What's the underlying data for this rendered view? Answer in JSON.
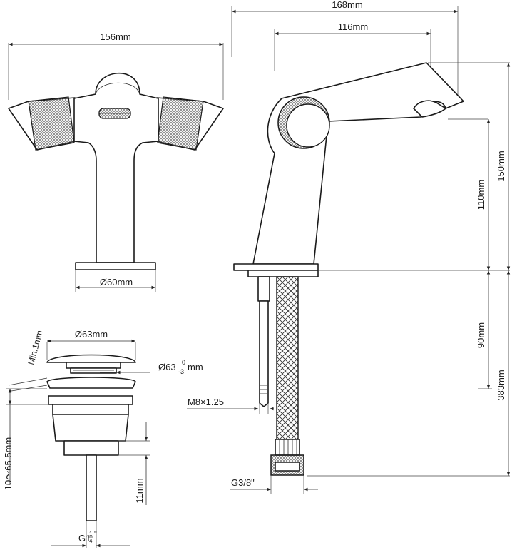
{
  "dimensions": {
    "overall_length": "168mm",
    "spout_reach": "116mm",
    "handle_span": "156mm",
    "base_diameter": "Ø60mm",
    "spout_height": "110mm",
    "total_body_height": "150mm",
    "under_counter": "90mm",
    "overall_height": "383mm",
    "thread_bolt": "M8×1.25",
    "hose_thread": "G3/8\"",
    "waste_diameter": "Ø63mm",
    "waste_tolerance_base": "Ø63",
    "waste_tolerance_upper": "0",
    "waste_tolerance_lower": "-3",
    "waste_tolerance_unit": "mm",
    "min_gap": "Min.1mm",
    "basin_thickness": "10～65.5mm",
    "thread_length": "11mm",
    "waste_thread_main": "G1",
    "waste_thread_num": "1",
    "waste_thread_den": "4",
    "waste_thread_quote": "\""
  },
  "colors": {
    "line": "#1f1f1f",
    "knurl": "#555555",
    "background": "#ffffff"
  }
}
